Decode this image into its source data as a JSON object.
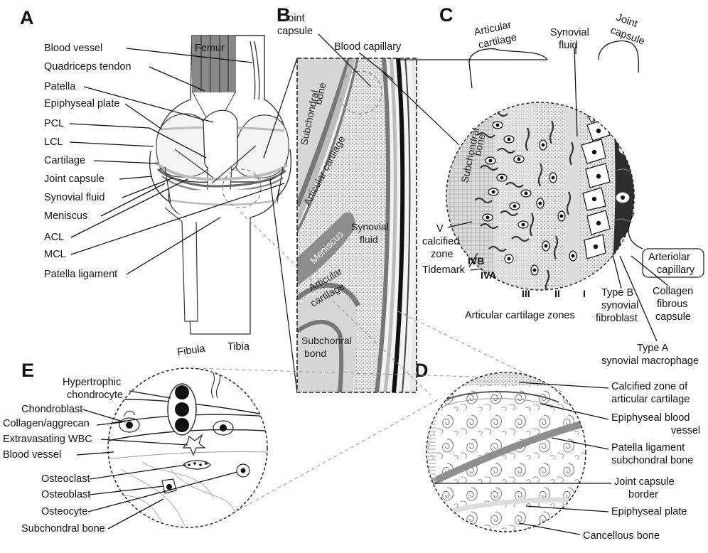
{
  "panels": {
    "a": "A",
    "b": "B",
    "c": "C",
    "d": "D",
    "e": "E"
  },
  "panel_a": {
    "femur": "Femur",
    "tibia": "Tibia",
    "fibula": "Fibula",
    "labels": [
      "Blood vessel",
      "Quadriceps tendon",
      "Patella",
      "Epiphyseal plate",
      "PCL",
      "LCL",
      "Cartilage",
      "Joint capsule",
      "Synovial fluid",
      "Meniscus",
      "ACL",
      "MCL",
      "Patella ligament"
    ]
  },
  "panel_b": {
    "joint_capsule_l1": "Joint",
    "joint_capsule_l2": "capsule",
    "blood_capillary": "Blood capillary",
    "subchondral_bone_l1": "Subchondral",
    "subchondral_bone_l2": "bone",
    "articular_cartilage": "Articular cartilage",
    "meniscus": "Meniscus",
    "synovial_fluid_l1": "Synovial",
    "synovial_fluid_l2": "fluid",
    "articular_cartilage2_l1": "Articular",
    "articular_cartilage2_l2": "cartilage",
    "subchonral_bond_l1": "Subchonral",
    "subchonral_bond_l2": "bond"
  },
  "panel_c": {
    "articular_cartilage_l1": "Articular",
    "articular_cartilage_l2": "cartilage",
    "synovial_fluid_l1": "Synovial",
    "synovial_fluid_l2": "fluid",
    "joint_capsule_l1": "Joint",
    "joint_capsule_l2": "capsule",
    "subchondral_bone_l1": "Subchondral",
    "subchondral_bone_l2": "bone",
    "v_l1": "V",
    "v_l2": "calcified",
    "v_l3": "zone",
    "ivb": "IVB",
    "tidemark": "Tidemark",
    "iva": "IVA",
    "zone_iii": "III",
    "zone_ii": "II",
    "zone_i": "I",
    "zones_caption": "Articular cartilage zones",
    "type_b_l1": "Type B",
    "type_b_l2": "synovial",
    "type_b_l3": "fibroblast",
    "collagen_l1": "Collagen",
    "collagen_l2": "fibrous",
    "collagen_l3": "capsule",
    "arteriolar_l1": "Arteriolar",
    "arteriolar_l2": "capillary",
    "type_a_l1": "Type A",
    "type_a_l2": "synovial macrophage"
  },
  "panel_d": {
    "calcified_l1": "Calcified zone of",
    "calcified_l2": "articular cartilage",
    "epiphyseal_vessel_l1": "Epiphyseal blood",
    "epiphyseal_vessel_l2": "vessel",
    "patella_lig_l1": "Patella ligament",
    "patella_lig_l2": "subchondral bone",
    "joint_capsule_l1": "Joint capsule",
    "joint_capsule_l2": "border",
    "epiphyseal_plate": "Epiphyseal plate",
    "cancellous_bone": "Cancellous bone"
  },
  "panel_e": {
    "hypertrophic_l1": "Hypertrophic",
    "hypertrophic_l2": "chondrocyte",
    "chondroblast": "Chondroblast",
    "collagen_aggrecan": "Collagen/aggrecan",
    "extravasating_wbc": "Extravasating WBC",
    "blood_vessel": "Blood vessel",
    "osteoclast": "Osteoclast",
    "osteoblast": "Osteoblast",
    "osteocyte": "Osteocyte",
    "subchondral_bone": "Subchondral bone"
  }
}
